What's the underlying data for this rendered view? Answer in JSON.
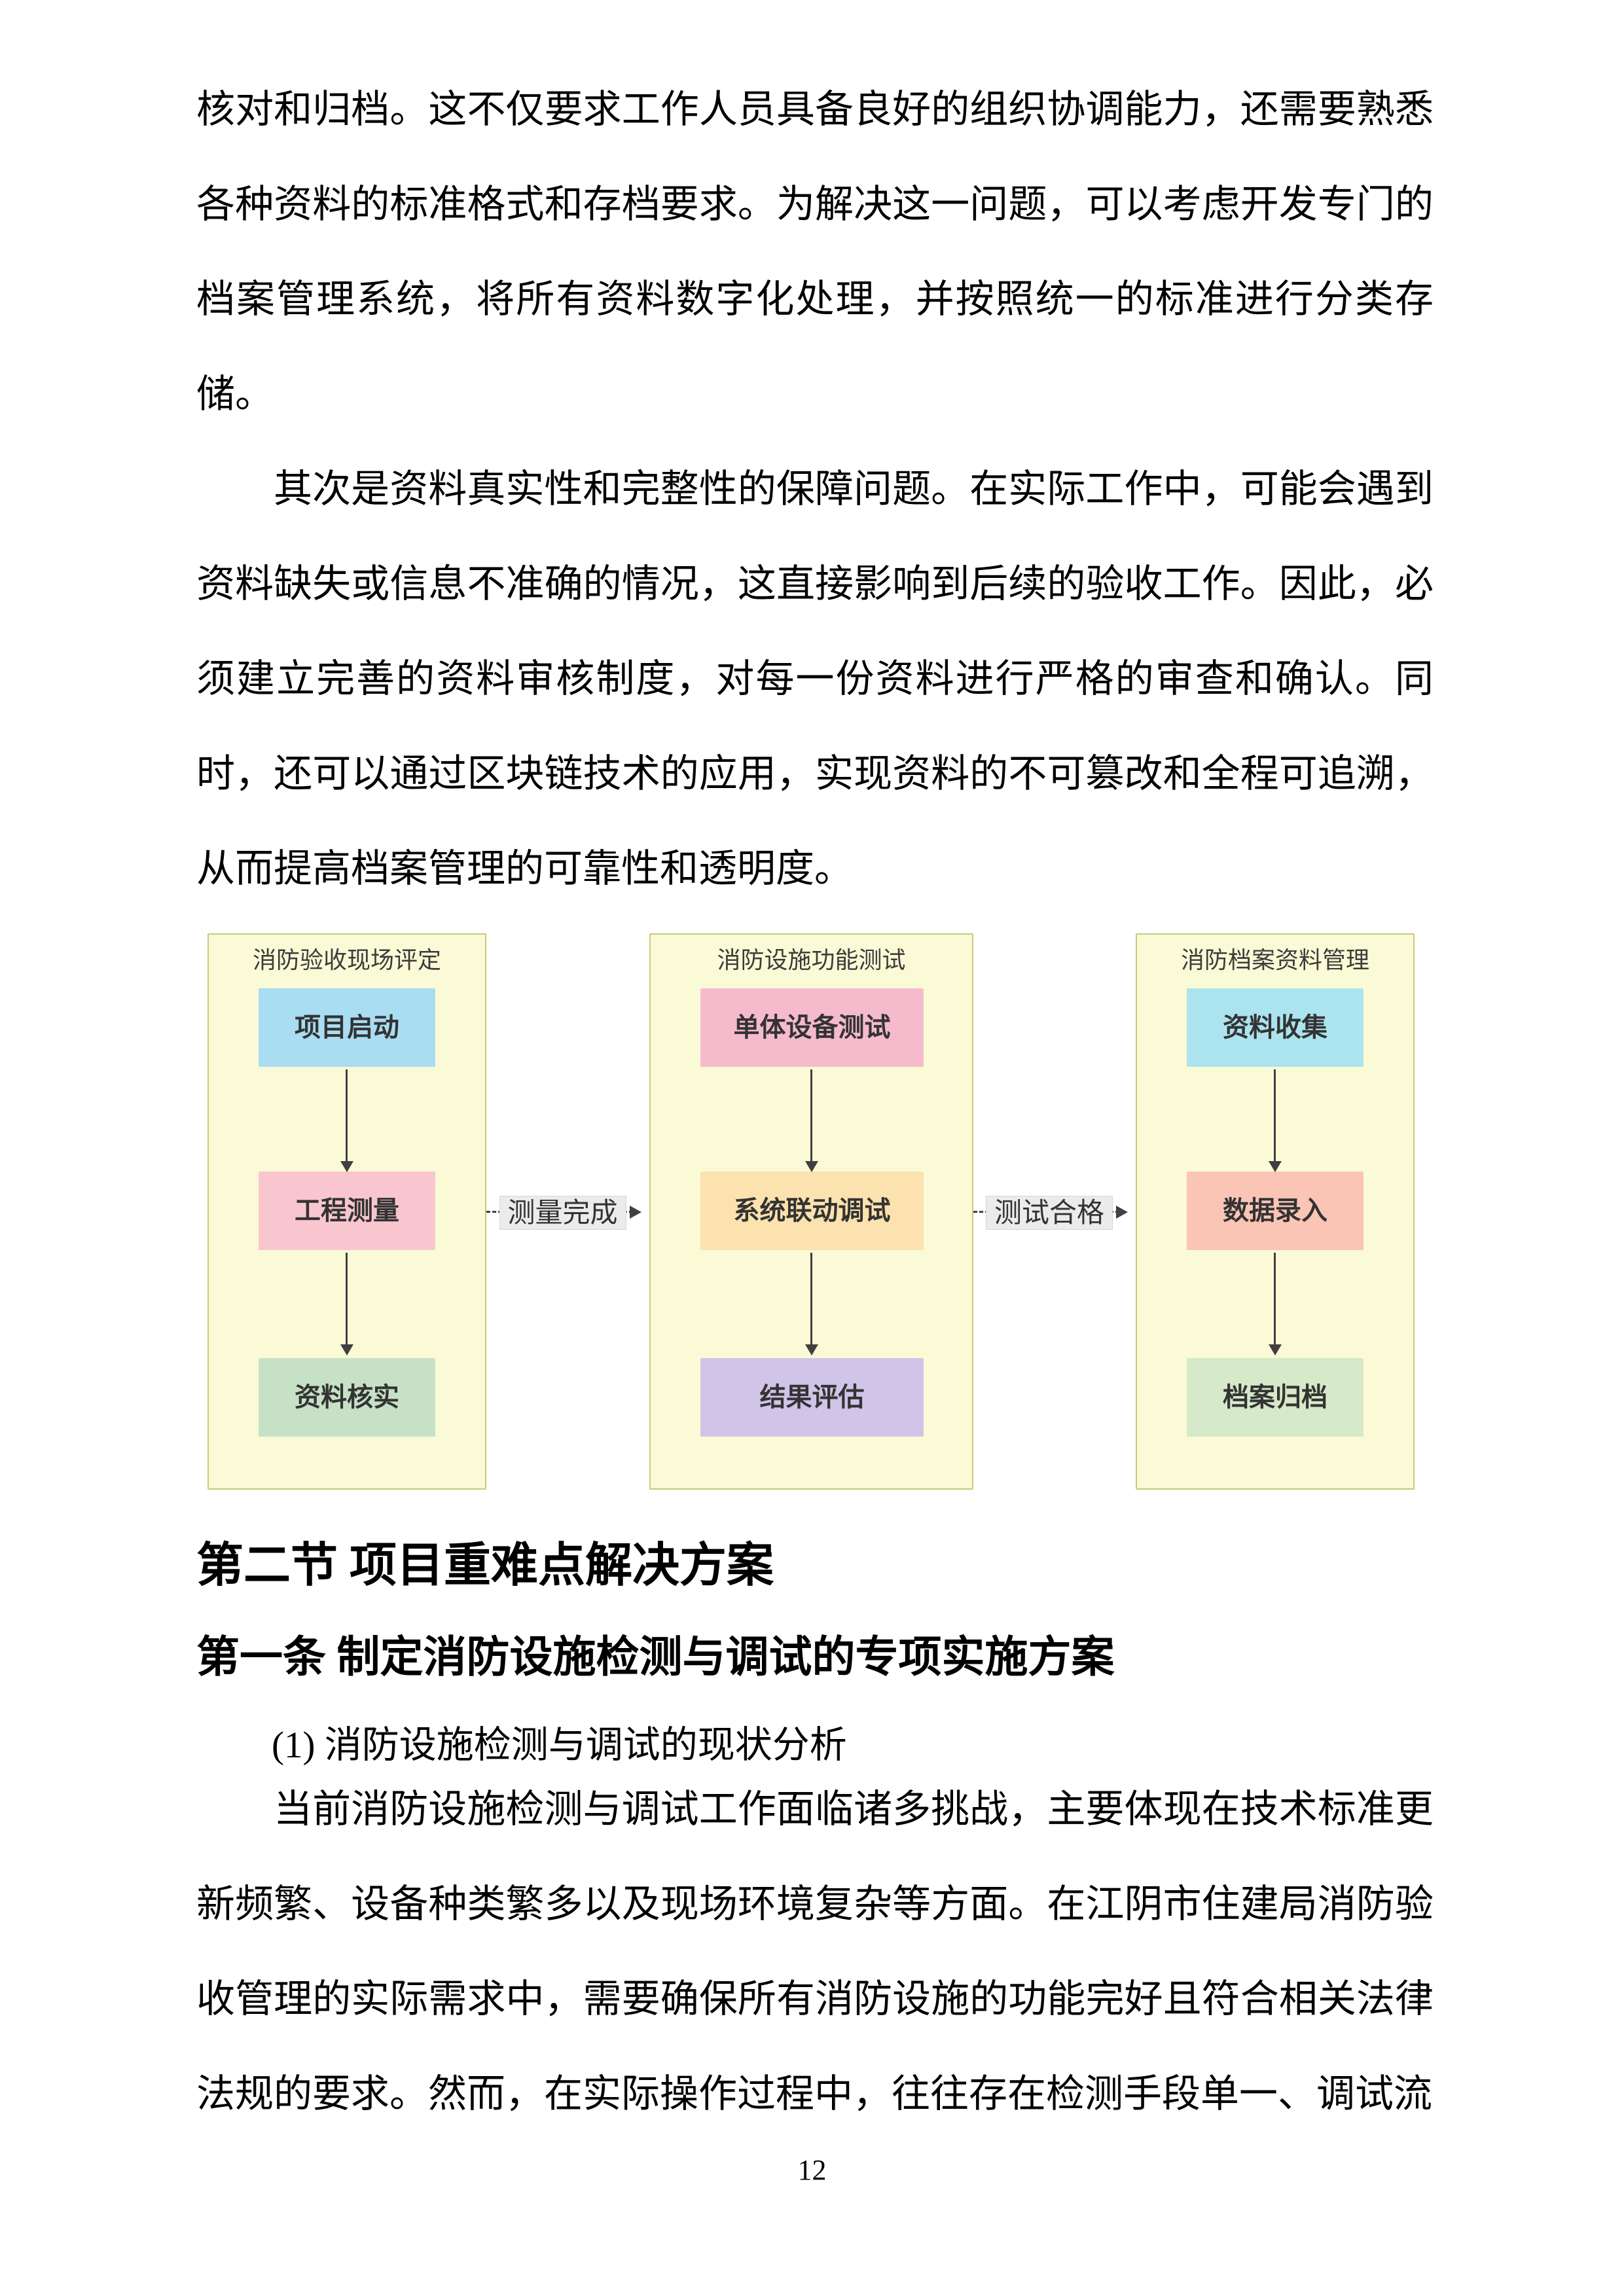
{
  "paragraphs": {
    "p1": "核对和归档。这不仅要求工作人员具备良好的组织协调能力，还需要熟悉各种资料的标准格式和存档要求。为解决这一问题，可以考虑开发专门的档案管理系统，将所有资料数字化处理，并按照统一的标准进行分类存储。",
    "p2": "其次是资料真实性和完整性的保障问题。在实际工作中，可能会遇到资料缺失或信息不准确的情况，这直接影响到后续的验收工作。因此，必须建立完善的资料审核制度，对每一份资料进行严格的审查和确认。同时，还可以通过区块链技术的应用，实现资料的不可篡改和全程可追溯，从而提高档案管理的可靠性和透明度。",
    "p3": "当前消防设施检测与调试工作面临诸多挑战，主要体现在技术标准更新频繁、设备种类繁多以及现场环境复杂等方面。在江阴市住建局消防验收管理的实际需求中，需要确保所有消防设施的功能完好且符合相关法律法规的要求。然而，在实际操作过程中，往往存在检测手段单一、调试流"
  },
  "headings": {
    "section": "第二节 项目重难点解决方案",
    "article": "第一条 制定消防设施检测与调试的专项实施方案",
    "item": "(1) 消防设施检测与调试的现状分析"
  },
  "page": {
    "number": "12"
  },
  "diagram": {
    "colors": {
      "lane_bg": "#fbfad6",
      "lane_border": "#c9c97e",
      "arrow": "#404040",
      "label_bg": "#ebebeb",
      "label_border": "#d6d6d6"
    },
    "lanes": [
      {
        "title": "消防验收现场评定",
        "steps": [
          {
            "label": "项目启动",
            "color": "#a9ddf2"
          },
          {
            "label": "工程测量",
            "color": "#f9c6d0"
          },
          {
            "label": "资料核实",
            "color": "#c7e1c6"
          }
        ]
      },
      {
        "title": "消防设施功能测试",
        "steps": [
          {
            "label": "单体设备测试",
            "color": "#f6bacd"
          },
          {
            "label": "系统联动调试",
            "color": "#fce2ae"
          },
          {
            "label": "结果评估",
            "color": "#d0c4e9"
          }
        ]
      },
      {
        "title": "消防档案资料管理",
        "steps": [
          {
            "label": "资料收集",
            "color": "#abe4ee"
          },
          {
            "label": "数据录入",
            "color": "#fbc5b6"
          },
          {
            "label": "档案归档",
            "color": "#d6e9c9"
          }
        ]
      }
    ],
    "connectors": [
      {
        "label": "测量完成"
      },
      {
        "label": "测试合格"
      }
    ]
  }
}
